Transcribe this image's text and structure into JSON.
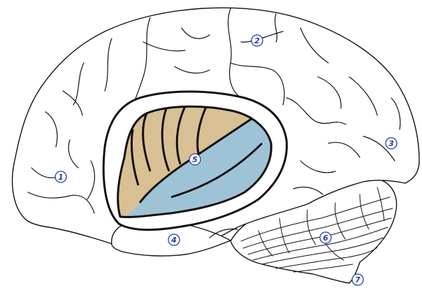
{
  "labels": [
    {
      "id": "1",
      "text": "1"
    },
    {
      "id": "2",
      "text": "2"
    },
    {
      "id": "3",
      "text": "3"
    },
    {
      "id": "4",
      "text": "4"
    },
    {
      "id": "5",
      "text": "5"
    },
    {
      "id": "6",
      "text": "6"
    },
    {
      "id": "7",
      "text": "7"
    }
  ],
  "colors": {
    "insula_upper": "#d9bf94",
    "insula_lower": "#9fc3d6",
    "label_ink": "#2a3aa8",
    "line": "#111111"
  }
}
